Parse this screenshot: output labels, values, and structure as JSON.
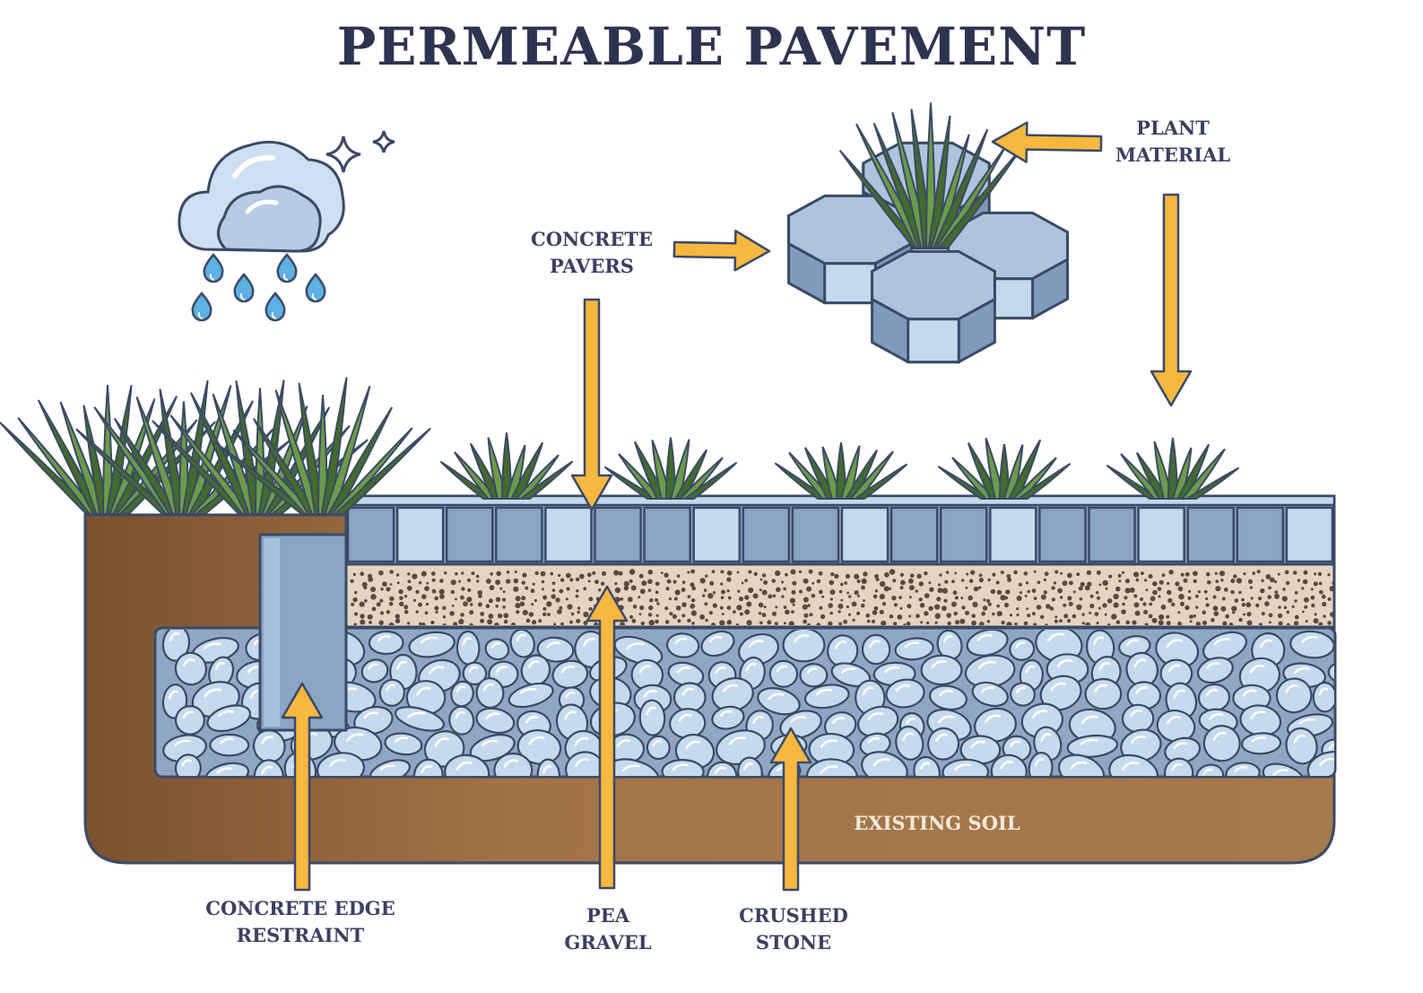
{
  "title": "PERMEABLE PAVEMENT",
  "labels": {
    "plant_material": [
      "PLANT",
      "MATERIAL"
    ],
    "concrete_pavers": [
      "CONCRETE",
      "PAVERS"
    ],
    "existing_soil": "EXISTING SOIL",
    "concrete_edge_restraint": [
      "CONCRETE EDGE",
      "RESTRAINT"
    ],
    "pea_gravel": [
      "PEA",
      "GRAVEL"
    ],
    "crushed_stone": [
      "CRUSHED",
      "STONE"
    ]
  },
  "colors": {
    "outline": "#3a4a66",
    "arrow": "#f7b840",
    "soil": "#a17447",
    "soil_dark": "#7a5230",
    "paver_dark": "#8aa4c2",
    "paver_light": "#c3d9ec",
    "gravel_bg": "#e3d5c1",
    "stone_bg": "#8fa7c2",
    "stone": "#c6daee",
    "grass": "#6c9b48",
    "grass_dark": "#436b2d",
    "cloud": "#cddff0",
    "rain": "#5fb0e3"
  },
  "icons": [
    "rain-cloud-icon",
    "sparkle-icon",
    "raindrop-icon",
    "grass-tuft-icon",
    "octagon-paver-icon",
    "arrow-icon"
  ]
}
